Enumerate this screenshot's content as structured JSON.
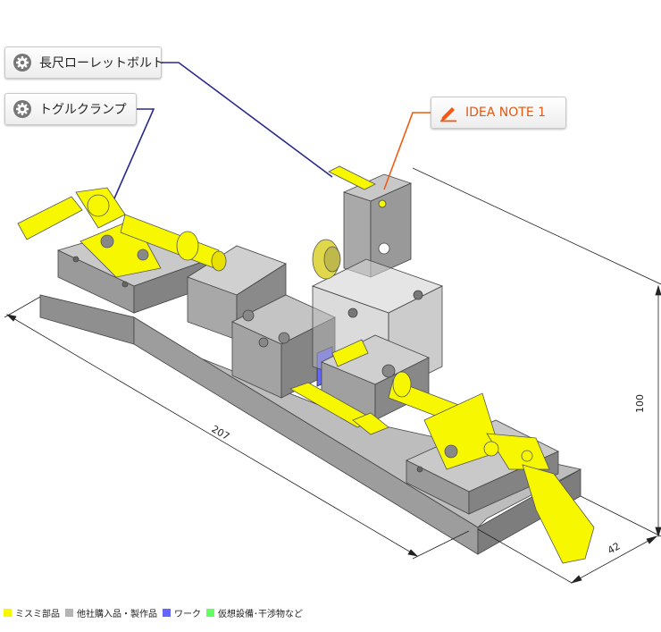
{
  "callouts": {
    "rod": {
      "label": "長尺ローレットボルト",
      "icon": "gear-icon"
    },
    "clamp": {
      "label": "トグルクランプ",
      "icon": "gear-icon"
    },
    "idea": {
      "label": "IDEA NOTE 1",
      "icon": "pencil-icon"
    }
  },
  "dimensions": {
    "length": "207",
    "height": "100",
    "width": "42"
  },
  "legend": [
    {
      "label": "ミスミ部品",
      "color": "#f7f700"
    },
    {
      "label": "他社購入品・製作品",
      "color": "#b4b4b4"
    },
    {
      "label": "ワーク",
      "color": "#6464ff"
    },
    {
      "label": "仮想設備･干渉物など",
      "color": "#64ff64"
    }
  ],
  "colors": {
    "leader_blue": "#2a2a8c",
    "leader_orange": "#f05a14",
    "misumi_yellow": "#f7f700",
    "gray_part": "#b4b4b4"
  }
}
